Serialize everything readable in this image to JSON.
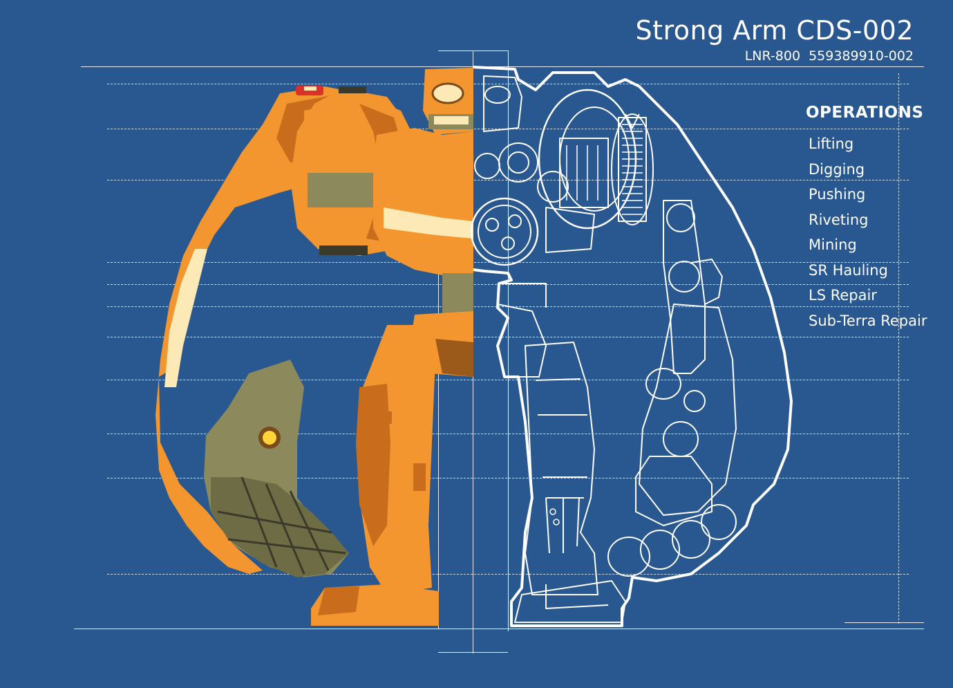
{
  "header": {
    "title": "Strong Arm CDS-002",
    "subtitle": "LNR-800  559389910-002"
  },
  "operations": {
    "heading": "OPERATIONS",
    "items": [
      "Lifting",
      "Digging",
      "Pushing",
      "Riveting",
      "Mining",
      "SR Hauling",
      "LS Repair",
      "Sub-Terra Repair"
    ]
  },
  "colors": {
    "background": "#28588f",
    "robot_orange": "#f3962f",
    "robot_orange_dark": "#c96d1c",
    "robot_olive": "#8c8a5c",
    "blueprint_line": "#ffffff"
  }
}
